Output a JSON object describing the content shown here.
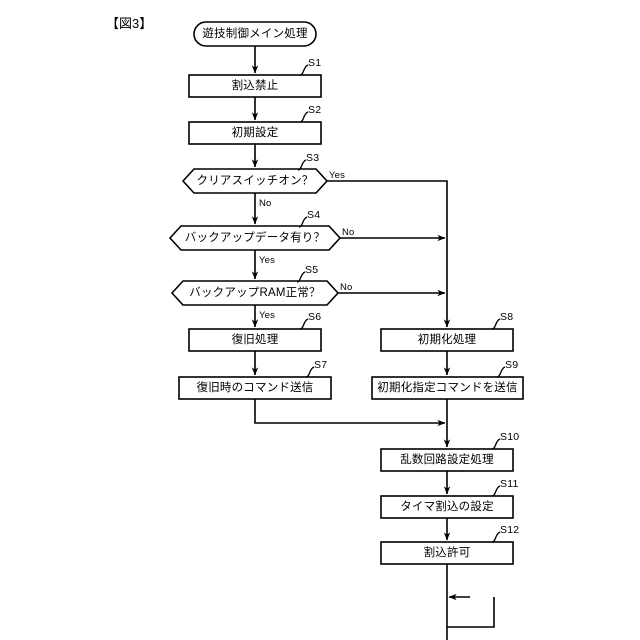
{
  "figure": {
    "title": "【図3】",
    "line_color": "#000000",
    "background": "#ffffff"
  },
  "nodes": [
    {
      "id": "start",
      "shape": "terminator",
      "text": "遊技制御メイン処理",
      "step": ""
    },
    {
      "id": "s1",
      "shape": "process",
      "text": "割込禁止",
      "step": "S1"
    },
    {
      "id": "s2",
      "shape": "process",
      "text": "初期設定",
      "step": "S2"
    },
    {
      "id": "s3",
      "shape": "decision",
      "text": "クリアスイッチオン？",
      "step": "S3"
    },
    {
      "id": "s4",
      "shape": "decision",
      "text": "バックアップデータ有り？",
      "step": "S4"
    },
    {
      "id": "s5",
      "shape": "decision",
      "text": "バックアップRAM正常？",
      "step": "S5"
    },
    {
      "id": "s6",
      "shape": "process",
      "text": "復旧処理",
      "step": "S6"
    },
    {
      "id": "s7",
      "shape": "process",
      "text": "復旧時のコマンド送信",
      "step": "S7"
    },
    {
      "id": "s8",
      "shape": "process",
      "text": "初期化処理",
      "step": "S8"
    },
    {
      "id": "s9",
      "shape": "process",
      "text": "初期化指定コマンドを送信",
      "step": "S9"
    },
    {
      "id": "s10",
      "shape": "process",
      "text": "乱数回路設定処理",
      "step": "S10"
    },
    {
      "id": "s11",
      "shape": "process",
      "text": "タイマ割込の設定",
      "step": "S11"
    },
    {
      "id": "s12",
      "shape": "process",
      "text": "割込許可",
      "step": "S12"
    }
  ],
  "edge_labels": [
    {
      "id": "s3-yes",
      "text": "Yes"
    },
    {
      "id": "s3-no",
      "text": "No"
    },
    {
      "id": "s4-no",
      "text": "No"
    },
    {
      "id": "s4-yes",
      "text": "Yes"
    },
    {
      "id": "s5-no",
      "text": "No"
    },
    {
      "id": "s5-yes",
      "text": "Yes"
    }
  ]
}
